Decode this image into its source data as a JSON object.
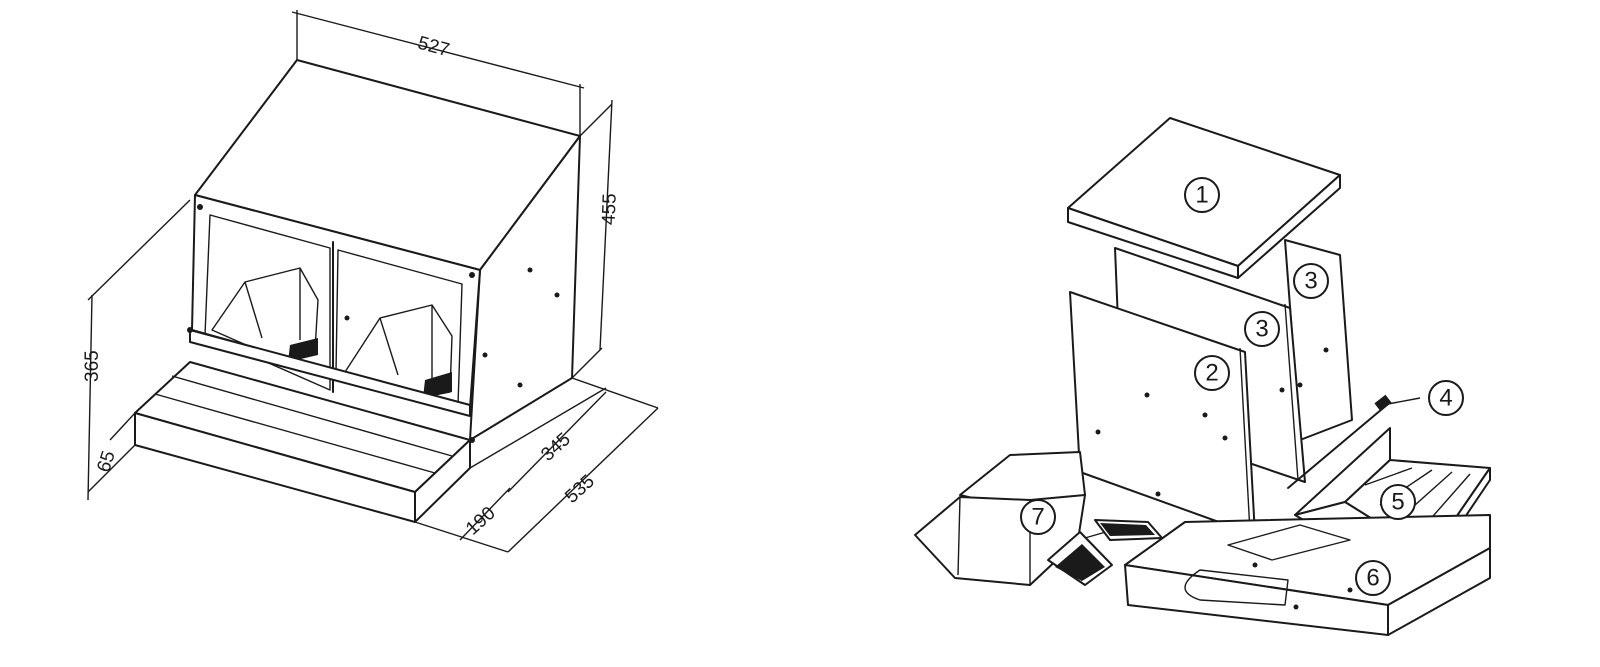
{
  "dimensions": {
    "width_top": "527",
    "height_back": "455",
    "height_front": "365",
    "step_height": "65",
    "depth_body": "345",
    "depth_step": "190",
    "depth_total": "535"
  },
  "parts": {
    "p1": "1",
    "p2": "2",
    "p3a": "3",
    "p3b": "3",
    "p4": "4",
    "p5": "5",
    "p6": "6",
    "p7": "7"
  },
  "colors": {
    "line": "#1a1a1a",
    "background": "#ffffff"
  }
}
